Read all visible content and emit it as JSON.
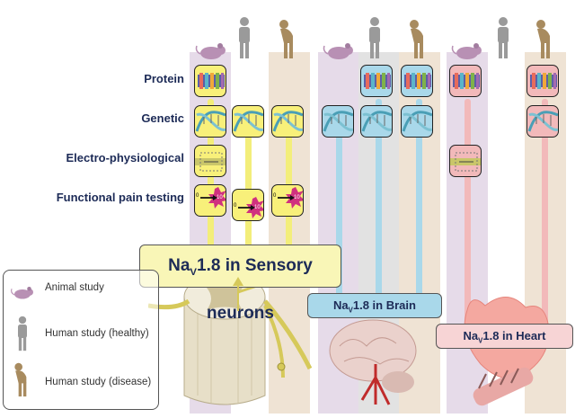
{
  "rows": {
    "protein": "Protein",
    "genetic": "Genetic",
    "electrophys": "Electro-physiological",
    "functional": "Functional pain testing"
  },
  "regions": {
    "sensory": {
      "prefix": "Na",
      "sub": "V",
      "suffix": "1.8 in Sensory neurons"
    },
    "brain": {
      "prefix": "Na",
      "sub": "V",
      "suffix": "1.8 in Brain"
    },
    "heart": {
      "prefix": "Na",
      "sub": "V",
      "suffix": "1.8 in Heart"
    }
  },
  "legend": {
    "animal": "Animal study",
    "healthy": "Human study (healthy)",
    "disease": "Human study (disease)"
  },
  "pain_scale": {
    "low": "0",
    "high": "10"
  },
  "colors": {
    "animal_column": "#e6dbe9",
    "healthy_column": "#e2e2e2",
    "disease_column": "#efe3d4",
    "sensory_line": "#f3ee7a",
    "brain_line": "#a9d8ea",
    "heart_line": "#f2b9ba",
    "label_text": "#1d2b57"
  },
  "icons": [
    "mouse-icon",
    "standing-person-icon",
    "hunched-person-icon",
    "dna-helix-icon",
    "ion-channel-protein-icon",
    "patch-clamp-icon",
    "pain-arrow-icon",
    "spinal-cord-illustration",
    "brain-illustration",
    "heart-illustration"
  ]
}
